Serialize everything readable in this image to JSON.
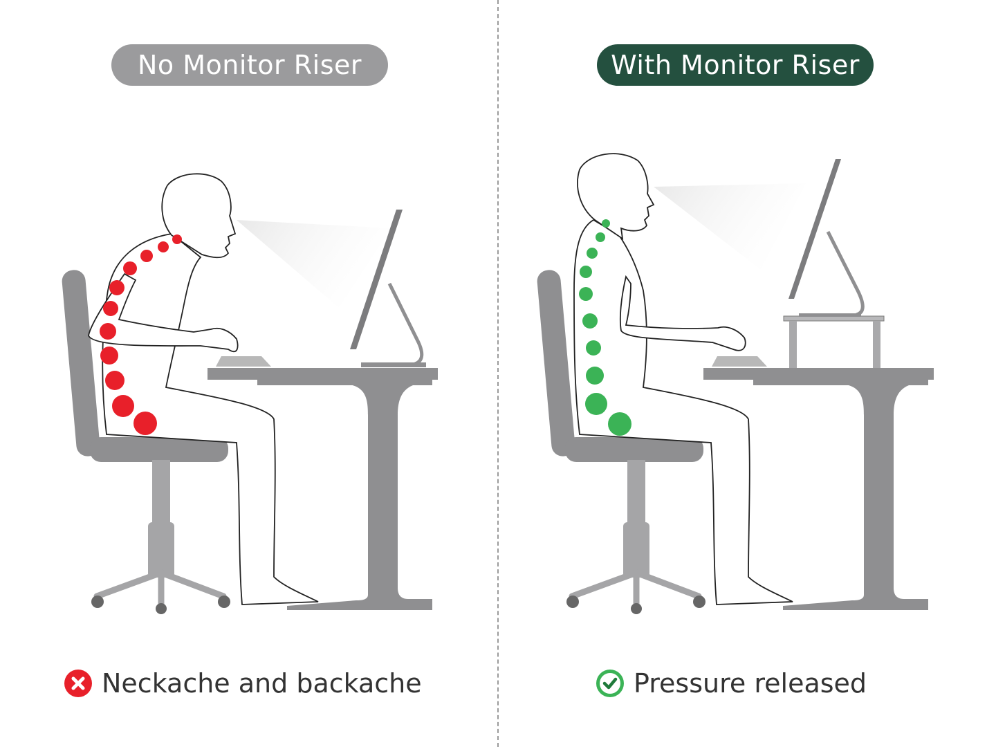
{
  "left_panel": {
    "label": "No Monitor Riser",
    "caption": "Neckache and backache",
    "caption_icon": "x-circle-icon",
    "dot_color": "#e8202a",
    "label_bg": "#9b9b9d"
  },
  "right_panel": {
    "label": "With Monitor Riser",
    "caption": "Pressure released",
    "caption_icon": "check-circle-icon",
    "dot_color": "#3bb356",
    "label_bg": "#24503f"
  },
  "colors": {
    "furniture": "#8f8f91",
    "text": "#333333"
  }
}
